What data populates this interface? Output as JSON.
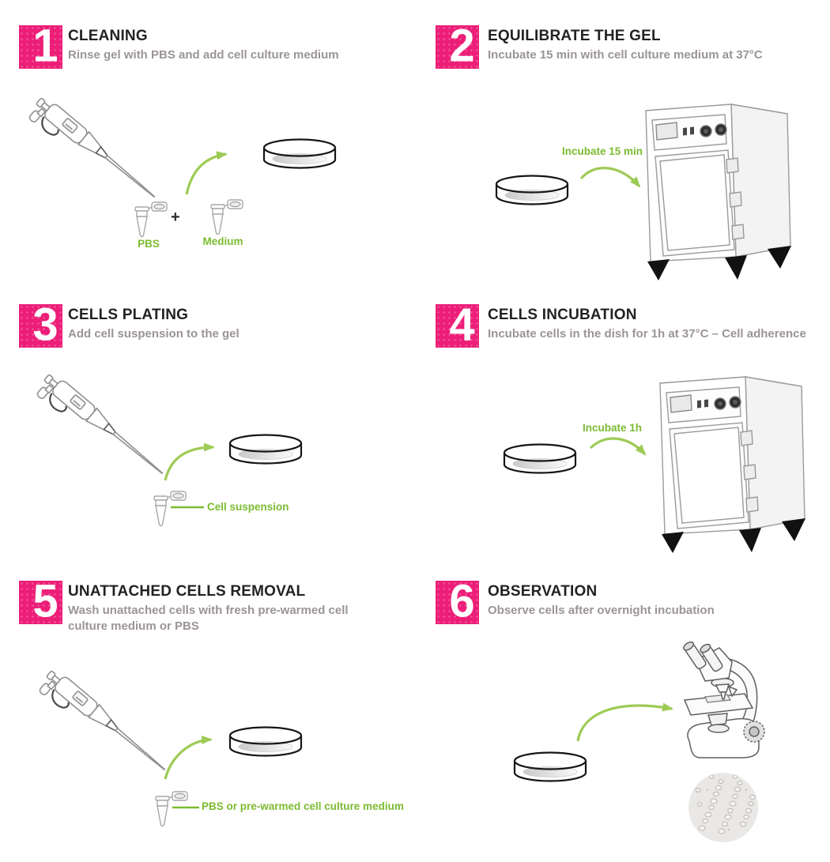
{
  "colors": {
    "accent_pink": "#EC1E78",
    "label_green": "#7CBB31",
    "arrow_green": "#9DCB55",
    "title_dark": "#242122",
    "subtitle_gray": "#9B9497"
  },
  "steps": [
    {
      "number": "1",
      "title": "CLEANING",
      "subtitle": "Rinse gel with PBS and add cell culture medium",
      "labels": {
        "tube_left": "PBS",
        "plus": "+",
        "tube_right": "Medium"
      }
    },
    {
      "number": "2",
      "title": "EQUILIBRATE THE GEL",
      "subtitle": "Incubate 15 min with cell culture medium at 37°C",
      "arrow_label": "Incubate 15 min"
    },
    {
      "number": "3",
      "title": "CELLS PLATING",
      "subtitle": "Add cell suspension to the gel",
      "tube_label": "Cell suspension"
    },
    {
      "number": "4",
      "title": "CELLS INCUBATION",
      "subtitle": "Incubate cells in the dish for 1h at 37°C – Cell adherence",
      "arrow_label": "Incubate 1h"
    },
    {
      "number": "5",
      "title": "UNATTACHED CELLS REMOVAL",
      "subtitle": "Wash unattached cells with fresh pre-warmed cell culture medium or PBS",
      "tube_label": "PBS or pre-warmed cell culture medium"
    },
    {
      "number": "6",
      "title": "OBSERVATION",
      "subtitle": "Observe cells after overnight incubation"
    }
  ]
}
